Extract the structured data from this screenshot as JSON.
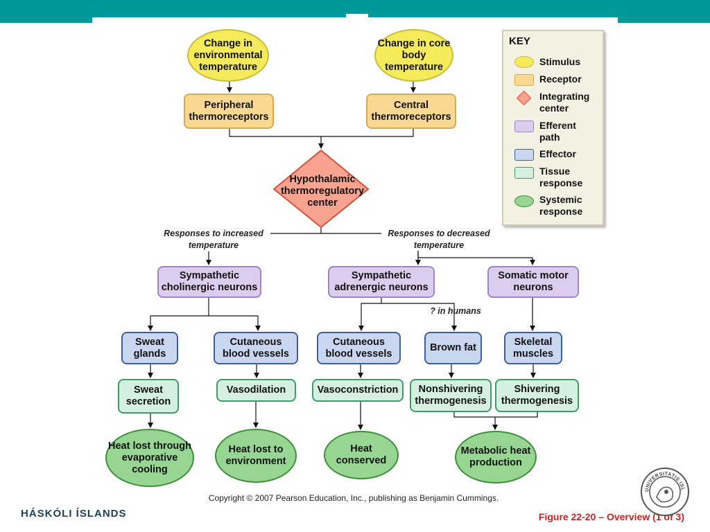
{
  "header": {
    "accent_color": "#009999"
  },
  "diagram": {
    "stimulus_env": "Change in environmental temperature",
    "stimulus_core": "Change in core body temperature",
    "receptor_peripheral": "Peripheral thermoreceptors",
    "receptor_central": "Central thermoreceptors",
    "integrating_center": "Hypothalamic thermoregulatory center",
    "responses_increased": "Responses to increased temperature",
    "responses_decreased": "Responses to decreased temperature",
    "efferent_cholinergic": "Sympathetic cholinergic neurons",
    "efferent_adrenergic": "Sympathetic adrenergic neurons",
    "efferent_somatic": "Somatic motor neurons",
    "humans_note": "? in humans",
    "effector_sweat": "Sweat glands",
    "effector_cutaneous_1": "Cutaneous blood vessels",
    "effector_cutaneous_2": "Cutaneous blood vessels",
    "effector_brown": "Brown fat",
    "effector_skeletal": "Skeletal muscles",
    "tissue_sweat": "Sweat secretion",
    "tissue_vasodilation": "Vasodilation",
    "tissue_vasoconstriction": "Vasoconstriction",
    "tissue_nonshivering": "Nonshivering thermogenesis",
    "tissue_shivering": "Shivering thermogenesis",
    "systemic_evaporative": "Heat lost through evaporative cooling",
    "systemic_environment": "Heat lost to environment",
    "systemic_conserved": "Heat conserved",
    "systemic_metabolic": "Metabolic heat production"
  },
  "key": {
    "title": "KEY",
    "items": [
      "Stimulus",
      "Receptor",
      "Integrating center",
      "Efferent path",
      "Effector",
      "Tissue response",
      "Systemic response"
    ]
  },
  "footer": {
    "copyright": "Copyright © 2007 Pearson Education, Inc., publishing as Benjamin Cummings.",
    "university": "HÁSKÓLI ÍSLANDS",
    "figure_caption": "Figure 22-20 – Overview (1 of 3)",
    "seal_text": "UNIVERSITATIS ISLANDIAE"
  }
}
